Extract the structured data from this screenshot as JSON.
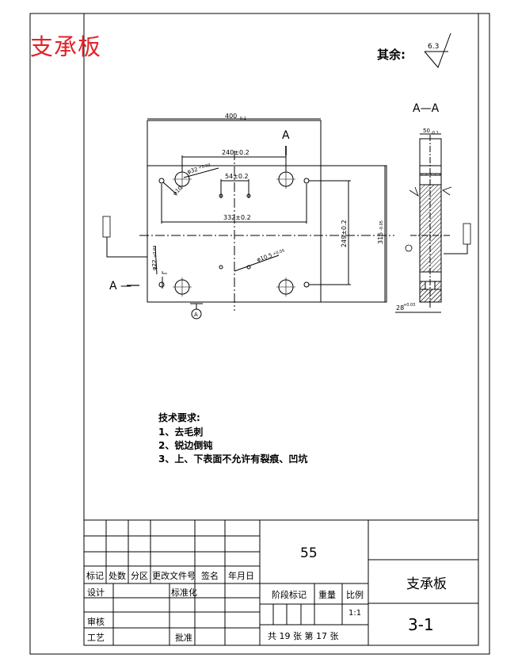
{
  "title_red": "支承板",
  "roughness": {
    "label": "其余:",
    "value": "6.3"
  },
  "section": {
    "label": "A—A",
    "cut_left": "A —",
    "cut_top": "A"
  },
  "dims": {
    "d400": "400",
    "d400_tol": "-0.1",
    "d240": "240±0.2",
    "d54": "54±0.2",
    "d332": "332±0.2",
    "d249": "249±0.2",
    "d315": "315",
    "d315_tol": "-0.05",
    "phi32": "φ32",
    "phi32_tol": "+0.03",
    "phi10": "φ10",
    "phi22": "φ22",
    "phi22_tol": "+0.03",
    "phi10_5": "φ10.5",
    "phi10_5_tol": "+0.05",
    "d50": "50",
    "d50_tol": "-0.1",
    "d28": "28",
    "d28_tol": "+0.03",
    "datum": "A"
  },
  "notes": {
    "heading": "技术要求:",
    "items": [
      "1、去毛刺",
      "2、锐边倒钝",
      "3、上、下表面不允许有裂痕、凹坑"
    ]
  },
  "title_block": {
    "number": "55",
    "part_name": "支承板",
    "headers": [
      "标记",
      "处数",
      "分区",
      "更改文件号",
      "签名",
      "年月日"
    ],
    "design": "设计",
    "standardize": "标准化",
    "review": "审核",
    "process": "工艺",
    "approve": "批准",
    "stage_mark": "阶段标记",
    "weight": "重量",
    "scale_label": "比例",
    "scale": "1:1",
    "sheets": "共 19 张  第 17 张",
    "drawing_no": "3-1"
  }
}
